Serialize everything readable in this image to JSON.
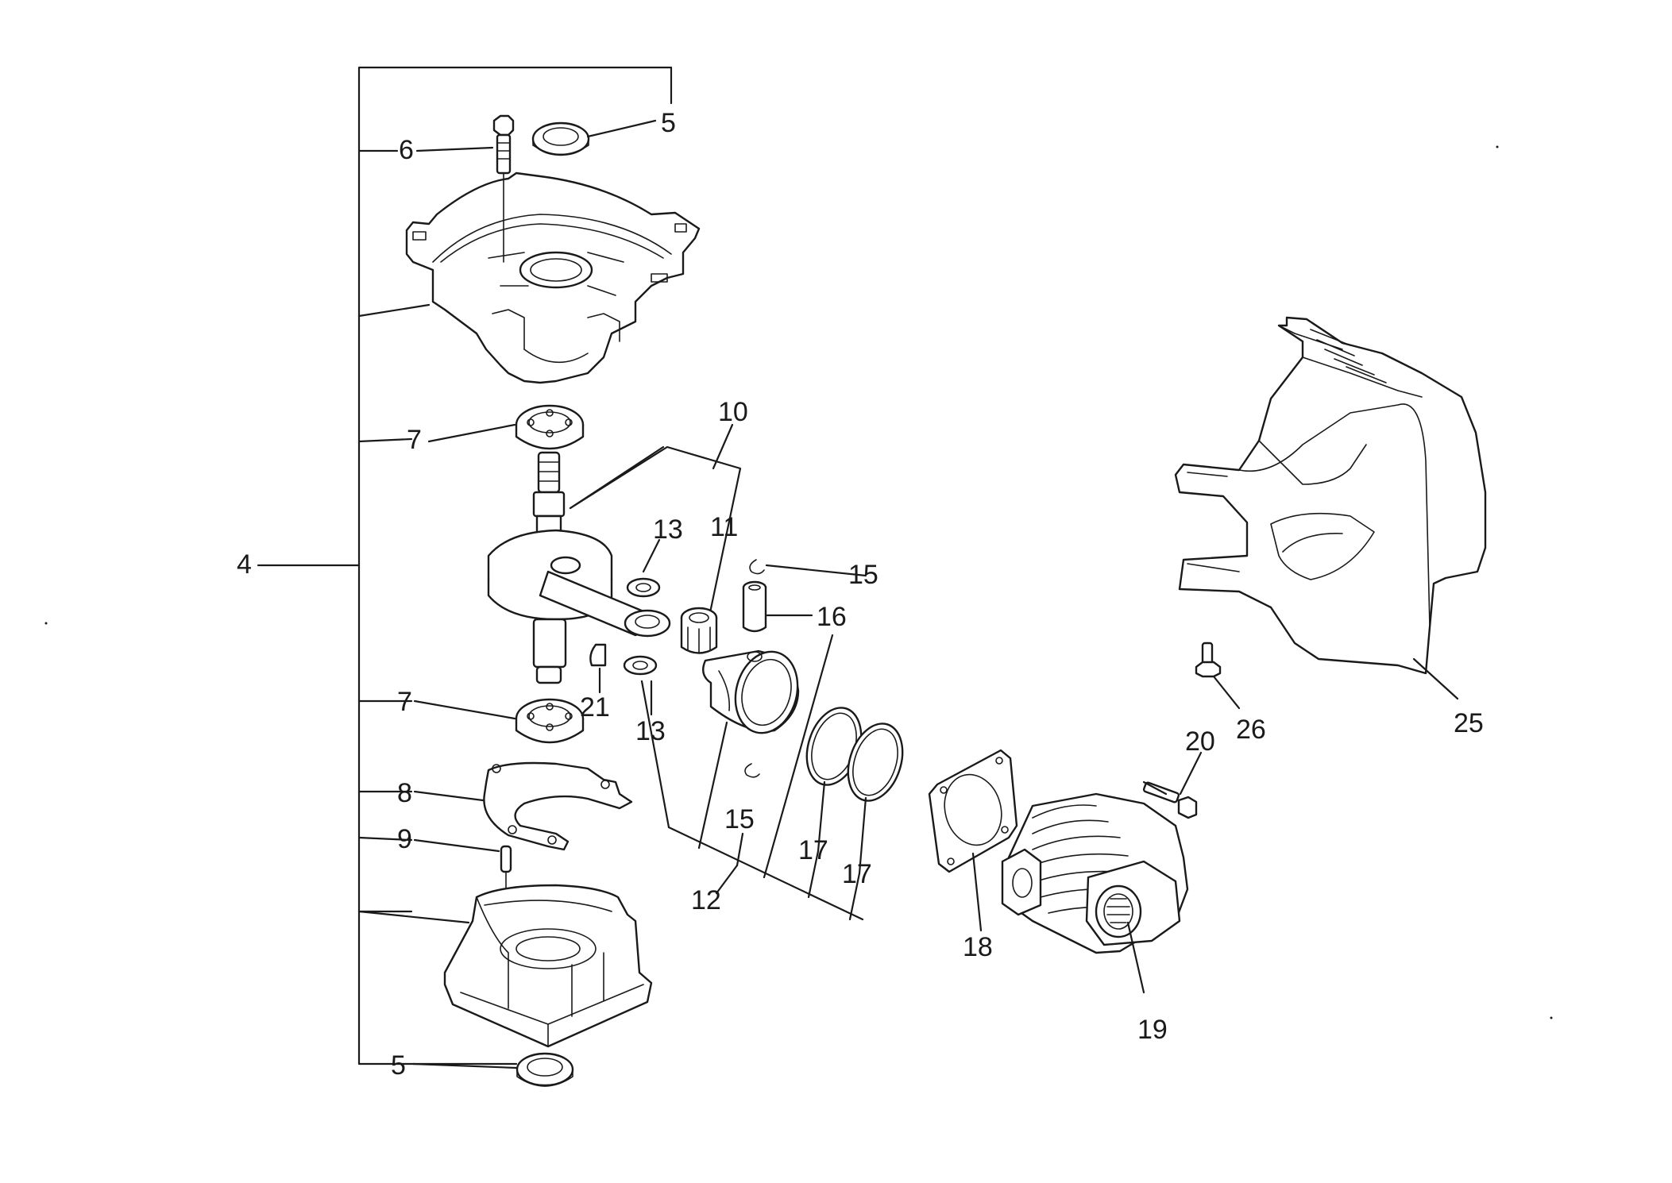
{
  "labels": {
    "n4": "4",
    "n5a": "5",
    "n5b": "5",
    "n6": "6",
    "n7a": "7",
    "n7b": "7",
    "n8": "8",
    "n9": "9",
    "n10": "10",
    "n11": "11",
    "n12": "12",
    "n13a": "13",
    "n13b": "13",
    "n15a": "15",
    "n15b": "15",
    "n16": "16",
    "n17a": "17",
    "n17b": "17",
    "n18": "18",
    "n19": "19",
    "n20": "20",
    "n21": "21",
    "n25": "25",
    "n26": "26"
  }
}
